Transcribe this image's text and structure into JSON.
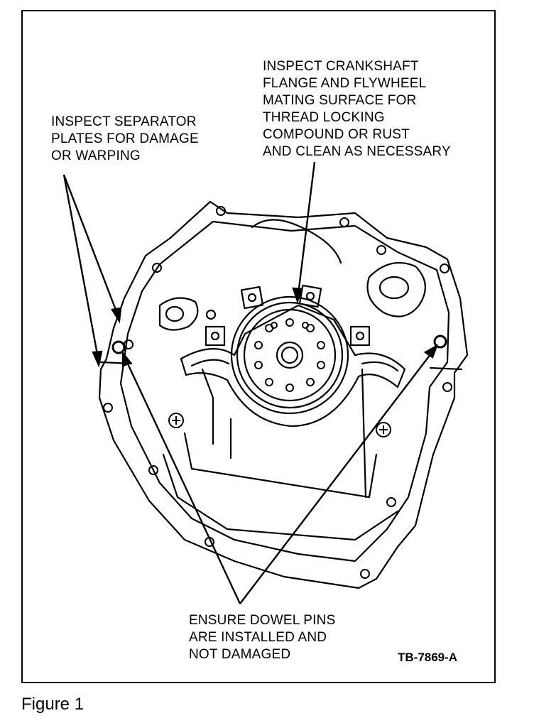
{
  "callouts": {
    "separator": "INSPECT SEPARATOR\nPLATES FOR DAMAGE\nOR WARPING",
    "crankshaft": "INSPECT CRANKSHAFT\nFLANGE AND FLYWHEEL\nMATING SURFACE FOR\nTHREAD LOCKING\nCOMPOUND OR RUST\nAND CLEAN AS NECESSARY",
    "dowel": "ENSURE DOWEL PINS\nARE INSTALLED AND\nNOT DAMAGED"
  },
  "drawing_id": "TB-7869-A",
  "figure_caption": "Figure 1"
}
